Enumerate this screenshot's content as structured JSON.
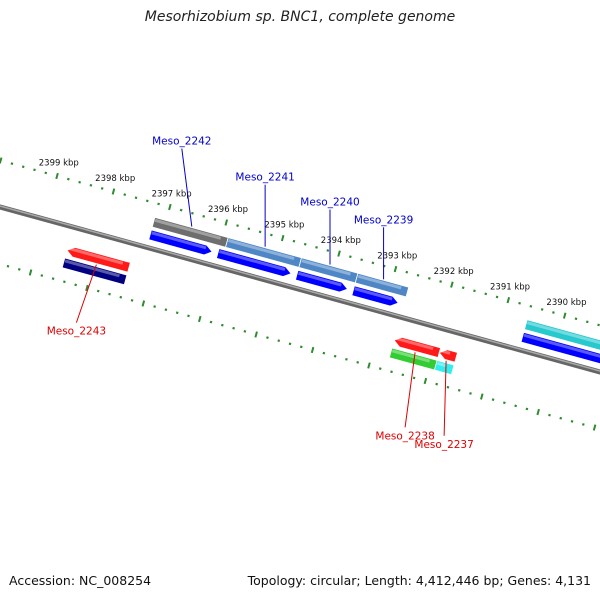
{
  "title": "Mesorhizobium sp. BNC1, complete genome",
  "accession": "Accession: NC_008254",
  "topology": "Topology: circular; Length: 4,412,446 bp; Genes: 4,131",
  "colors": {
    "backbone": "#888888",
    "tick": "#2e8b2e",
    "forward_label": "#0000cc",
    "reverse_label": "#dd0000"
  },
  "ticks": [
    {
      "kbp": 2399,
      "label": "2399 kbp"
    },
    {
      "kbp": 2398,
      "label": "2398 kbp"
    },
    {
      "kbp": 2397,
      "label": "2397 kbp"
    },
    {
      "kbp": 2396,
      "label": "2396 kbp"
    },
    {
      "kbp": 2395,
      "label": "2395 kbp"
    },
    {
      "kbp": 2394,
      "label": "2394 kbp"
    },
    {
      "kbp": 2393,
      "label": "2393 kbp"
    },
    {
      "kbp": 2392,
      "label": "2392 kbp"
    },
    {
      "kbp": 2391,
      "label": "2391 kbp"
    },
    {
      "kbp": 2390,
      "label": "2390 kbp"
    }
  ],
  "genes": [
    {
      "name": "Meso_2242",
      "strand": "forward",
      "start_kbp": 2397.2,
      "end_kbp": 2395.9,
      "color": "#6e6e6e",
      "labeled": true
    },
    {
      "name": "Meso_2241",
      "strand": "forward",
      "start_kbp": 2395.9,
      "end_kbp": 2394.6,
      "color": "#4f87c6",
      "labeled": true
    },
    {
      "name": "Meso_2240",
      "strand": "forward",
      "start_kbp": 2394.6,
      "end_kbp": 2393.6,
      "color": "#4f87c6",
      "labeled": true
    },
    {
      "name": "Meso_2239",
      "strand": "forward",
      "start_kbp": 2393.6,
      "end_kbp": 2392.7,
      "color": "#4f87c6",
      "labeled": true
    },
    {
      "name": "Meso_2243",
      "strand": "reverse",
      "start_kbp": 2398.5,
      "end_kbp": 2397.4,
      "color": "#ff1a1a",
      "labeled": true
    },
    {
      "name": "Meso_2238",
      "strand": "reverse",
      "start_kbp": 2392.7,
      "end_kbp": 2391.9,
      "color": "#ff1a1a",
      "labeled": true
    },
    {
      "name": "Meso_2237",
      "strand": "reverse",
      "start_kbp": 2391.9,
      "end_kbp": 2391.6,
      "color": "#ff1a1a",
      "labeled": true
    },
    {
      "name": "",
      "strand": "forward",
      "start_kbp": 2390.6,
      "end_kbp": 2388.9,
      "color": "#27c9cf",
      "labeled": false
    }
  ],
  "cds_track": [
    {
      "strand": "forward",
      "start_kbp": 2397.2,
      "end_kbp": 2396.1,
      "color": "#0000ff"
    },
    {
      "strand": "forward",
      "start_kbp": 2396.0,
      "end_kbp": 2394.7,
      "color": "#0000ff"
    },
    {
      "strand": "forward",
      "start_kbp": 2394.6,
      "end_kbp": 2393.7,
      "color": "#0000ff"
    },
    {
      "strand": "forward",
      "start_kbp": 2393.6,
      "end_kbp": 2392.8,
      "color": "#0000ff"
    },
    {
      "strand": "forward",
      "start_kbp": 2390.6,
      "end_kbp": 2388.9,
      "color": "#0000ff"
    },
    {
      "strand": "reverse",
      "start_kbp": 2398.5,
      "end_kbp": 2397.4,
      "color": "#000080"
    },
    {
      "strand": "reverse",
      "start_kbp": 2392.7,
      "end_kbp": 2391.9,
      "color": "#33cc33"
    },
    {
      "strand": "reverse",
      "start_kbp": 2391.9,
      "end_kbp": 2391.6,
      "color": "#33eeee"
    }
  ]
}
